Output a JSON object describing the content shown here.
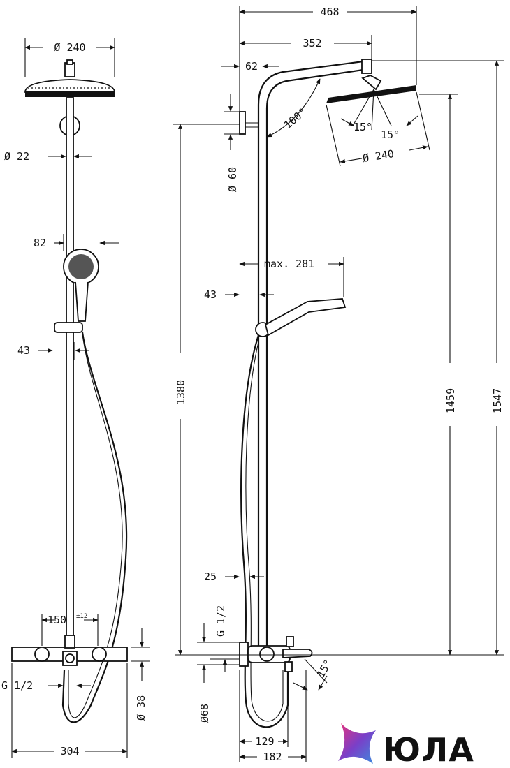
{
  "front_view": {
    "labels": {
      "head_diameter": "Ø 240",
      "pipe_diameter": "Ø 22",
      "hand_shower_width": "82",
      "holder_offset": "43",
      "spacing": "150",
      "spacing_tolerance": "±12",
      "connection": "G 1/2",
      "mixer_diameter": "Ø 38",
      "total_width": "304"
    }
  },
  "side_view": {
    "labels": {
      "overall_reach": "468",
      "arm_reach": "352",
      "wall_offset": "62",
      "arm_angle": "100°",
      "tilt_left": "15°",
      "tilt_right": "15°",
      "head_diameter": "Ø 240",
      "bracket_diameter": "Ø 60",
      "hand_reach": "max. 281",
      "holder_offset": "43",
      "lower_offset": "25",
      "connection": "G 1/2",
      "mixer_diameter": "Ø68",
      "spout_angle": "15°",
      "spout_inner": "129",
      "spout_outer": "182",
      "height_1380": "1380",
      "height_1459": "1459",
      "height_1547": "1547"
    }
  },
  "logo": {
    "text": "ЮЛА",
    "colors": {
      "pink": "#e8327c",
      "blue": "#3a8dde",
      "purple": "#7a3fc8"
    }
  }
}
